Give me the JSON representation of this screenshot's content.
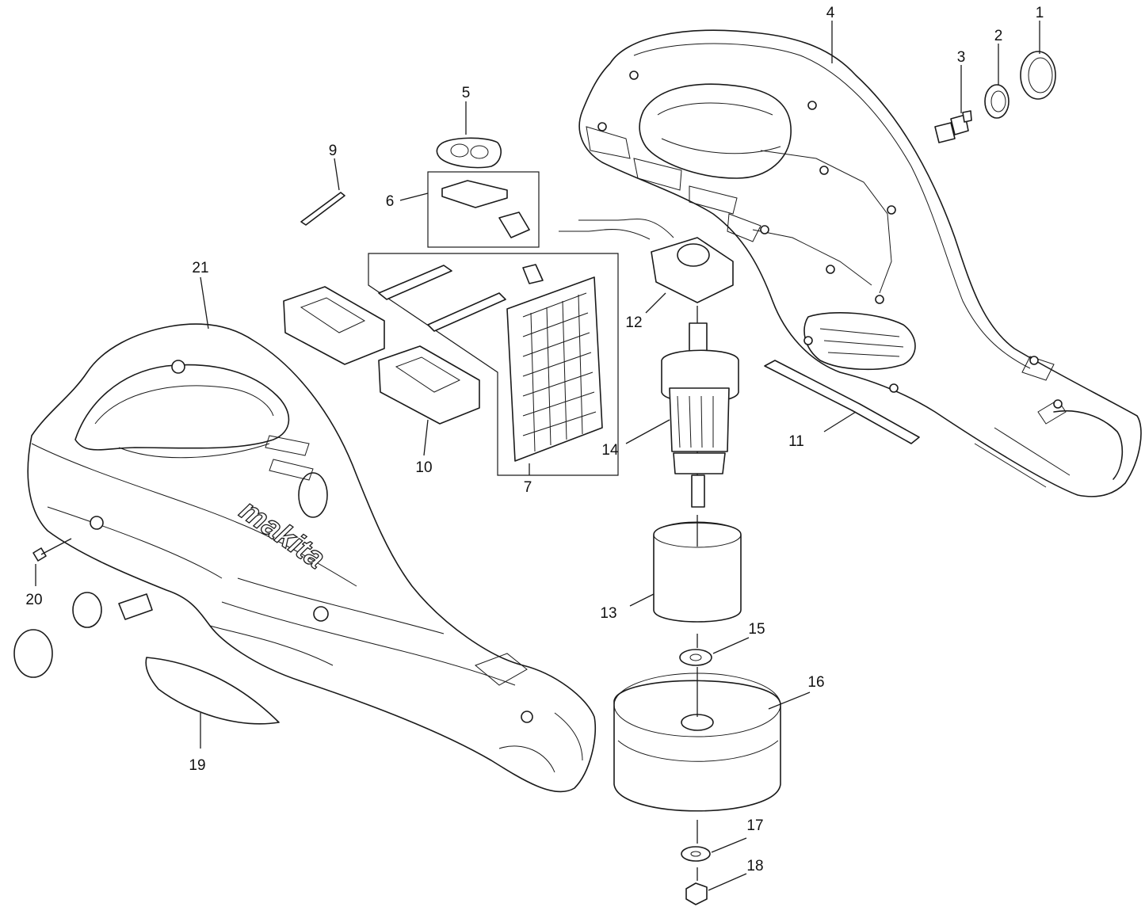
{
  "diagram": {
    "brand_logo": "makita",
    "parts": [
      {
        "id": "p1",
        "number": "1"
      },
      {
        "id": "p2",
        "number": "2"
      },
      {
        "id": "p3",
        "number": "3"
      },
      {
        "id": "p4",
        "number": "4"
      },
      {
        "id": "p5",
        "number": "5"
      },
      {
        "id": "p6",
        "number": "6"
      },
      {
        "id": "p7",
        "number": "7"
      },
      {
        "id": "p9",
        "number": "9"
      },
      {
        "id": "p10",
        "number": "10"
      },
      {
        "id": "p11",
        "number": "11"
      },
      {
        "id": "p12",
        "number": "12"
      },
      {
        "id": "p13",
        "number": "13"
      },
      {
        "id": "p14",
        "number": "14"
      },
      {
        "id": "p15",
        "number": "15"
      },
      {
        "id": "p16",
        "number": "16"
      },
      {
        "id": "p17",
        "number": "17"
      },
      {
        "id": "p18",
        "number": "18"
      },
      {
        "id": "p19",
        "number": "19"
      },
      {
        "id": "p20",
        "number": "20"
      },
      {
        "id": "p21",
        "number": "21"
      }
    ]
  }
}
